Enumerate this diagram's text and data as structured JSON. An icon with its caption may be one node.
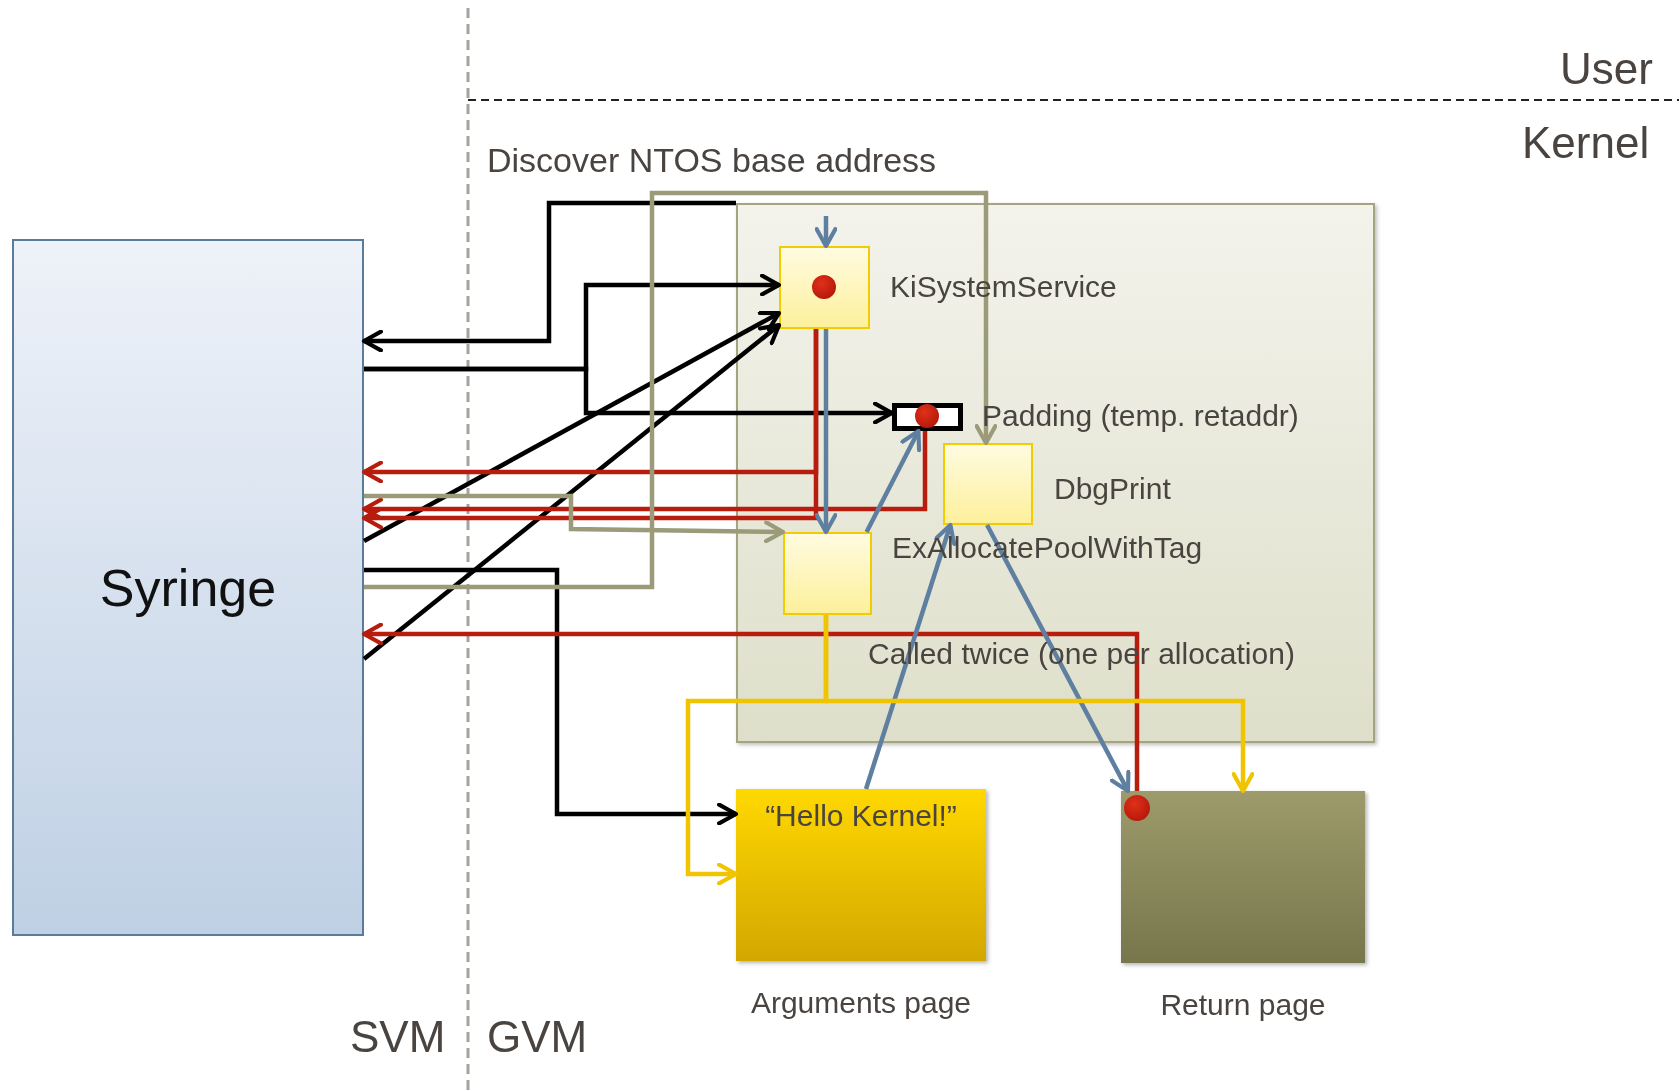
{
  "diagram": {
    "nodes": [
      {
        "text": [
          "Syringe"
        ]
      },
      {
        "text": [],
        "shape": "box"
      },
      {
        "text": [
          "KiSystemService"
        ],
        "in": 1
      },
      {
        "text": [
          "Padding (temp. retaddr)"
        ],
        "in": 1
      },
      {
        "text": [
          "DbgPrint"
        ],
        "in": 1
      },
      {
        "text": [
          "ExAllocatePoolWithTag"
        ],
        "in": 1
      },
      {
        "text": [
          "“Hello Kernel!”"
        ],
        "beside": [
          "Arguments page"
        ]
      },
      {
        "text": [],
        "shape": "box",
        "beside": [
          "Return page"
        ]
      }
    ],
    "edges": [
      {
        "from": 1,
        "to": 0,
        "arrow": "to"
      },
      {
        "from": 0,
        "to": 2,
        "arrow": "to"
      },
      {
        "from": 0,
        "to": 3,
        "arrow": "to"
      },
      {
        "from": 0,
        "to": 2,
        "arrow": "to"
      },
      {
        "from": 0,
        "to": 2,
        "arrow": "to"
      },
      {
        "from": 0,
        "to": 6,
        "arrow": "to"
      },
      {
        "from": 2,
        "to": 0,
        "arrow": "to",
        "color": "#b81c0c"
      },
      {
        "from": 3,
        "to": 0,
        "arrow": "to",
        "color": "#b81c0c"
      },
      {
        "from": 2,
        "to": 0,
        "arrow": "to",
        "color": "#b81c0c"
      },
      {
        "from": 7,
        "to": 0,
        "arrow": "to",
        "color": "#b81c0c"
      },
      {
        "from": 0,
        "to": 5,
        "arrow": "to",
        "color": "#9b9b79"
      },
      {
        "from": 0,
        "to": 4,
        "arrow": "to",
        "color": "#9b9b79"
      },
      {
        "from": null,
        "to": 2,
        "arrow": "to",
        "color": "#5f7fa0"
      },
      {
        "from": 2,
        "to": 5,
        "arrow": "to",
        "color": "#5f7fa0"
      },
      {
        "from": 5,
        "to": 3,
        "arrow": "to",
        "color": "#5f7fa0"
      },
      {
        "from": 6,
        "to": 4,
        "arrow": "to",
        "color": "#5f7fa0"
      },
      {
        "from": 4,
        "to": 7,
        "arrow": "to",
        "color": "#5f7fa0"
      },
      {
        "from": 5,
        "to": 6,
        "arrow": "to",
        "color": "#f0c400"
      },
      {
        "from": 5,
        "to": 7,
        "arrow": "to",
        "color": "#f0c400"
      }
    ],
    "labels": [
      "User",
      "Kernel",
      "Discover NTOS base address",
      "Called twice (one per allocation)",
      "SVM",
      "GVM"
    ]
  }
}
